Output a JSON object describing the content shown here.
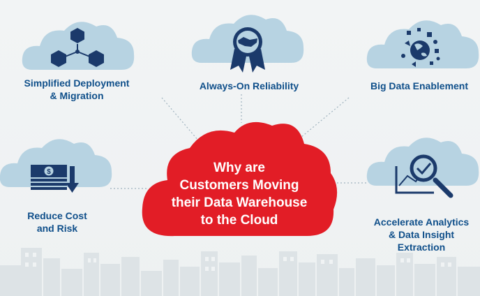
{
  "center": {
    "lines": [
      "Why are",
      "Customers Moving",
      "their Data Warehouse",
      "to the Cloud"
    ]
  },
  "benefits": [
    {
      "lines": [
        "Simplified Deployment",
        "& Migration"
      ],
      "icon": "hexagon-network-icon"
    },
    {
      "lines": [
        "Always-On Reliability"
      ],
      "icon": "handshake-badge-icon"
    },
    {
      "lines": [
        "Big Data Enablement"
      ],
      "icon": "globe-data-icon"
    },
    {
      "lines": [
        "Reduce Cost",
        "and Risk"
      ],
      "icon": "money-down-icon"
    },
    {
      "lines": [
        "Accelerate Analytics",
        "& Data Insight",
        "Extraction"
      ],
      "icon": "chart-magnifier-icon"
    }
  ],
  "colors": {
    "cloud_blue": "#b7d3e2",
    "center_red": "#e21d26",
    "label_blue": "#0f4f8a",
    "icon_navy": "#1b3a6b",
    "skyline": "#dde3e6"
  }
}
